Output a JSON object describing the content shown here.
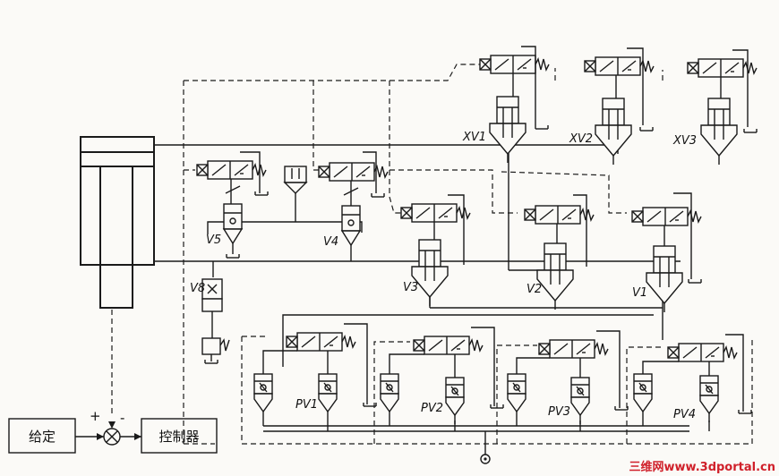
{
  "blocks": {
    "setpoint": "给定",
    "controller": "控制器"
  },
  "signs": {
    "plus": "+",
    "minus": "-"
  },
  "labels": {
    "xv1": "XV1",
    "xv2": "XV2",
    "xv3": "XV3",
    "v1": "V1",
    "v2": "V2",
    "v3": "V3",
    "v4": "V4",
    "v5": "V5",
    "v8": "V8",
    "pv1": "PV1",
    "pv2": "PV2",
    "pv3": "PV3",
    "pv4": "PV4"
  },
  "watermark": "三维网www.3dportal.cn"
}
